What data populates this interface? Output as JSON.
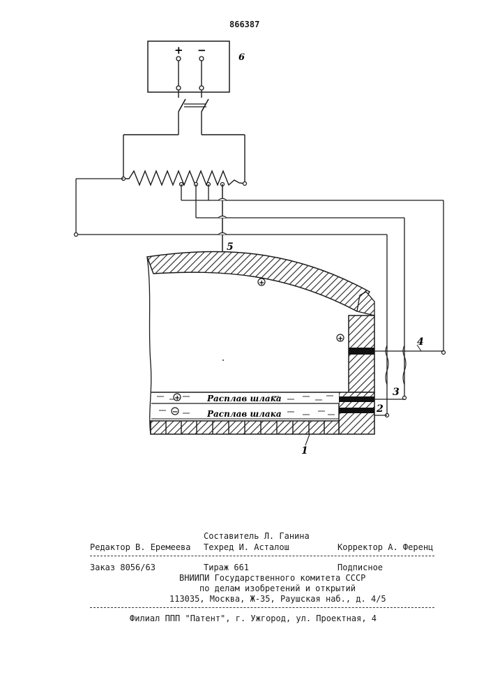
{
  "patent_number": "866387",
  "figure": {
    "source_label": "6",
    "plus_sign": "+",
    "minus_sign": "−",
    "electrode_label": "5",
    "label_1": "1",
    "label_2": "2",
    "label_3": "3",
    "label_4": "4",
    "melt_upper": "Расплав шлака",
    "melt_lower": "Расплав шлака",
    "polarity_plus": "+",
    "polarity_minus": "−"
  },
  "footer": {
    "compiler": "Составитель Л. Ганина",
    "editor": "Редактор В. Еремеева",
    "techred": "Техред И. Асталош",
    "corrector": "Корректор А. Ференц",
    "order": "Заказ 8056/63",
    "print_run": "Тираж 661",
    "subscription": "Подписное",
    "org_line1": "ВНИИПИ Государственного комитета СССР",
    "org_line2": "по делам изобретений и открытий",
    "org_line3": "113035, Москва, Ж-35, Раушская наб., д. 4/5",
    "branch": "Филиал ППП \"Патент\", г. Ужгород, ул. Проектная, 4"
  }
}
